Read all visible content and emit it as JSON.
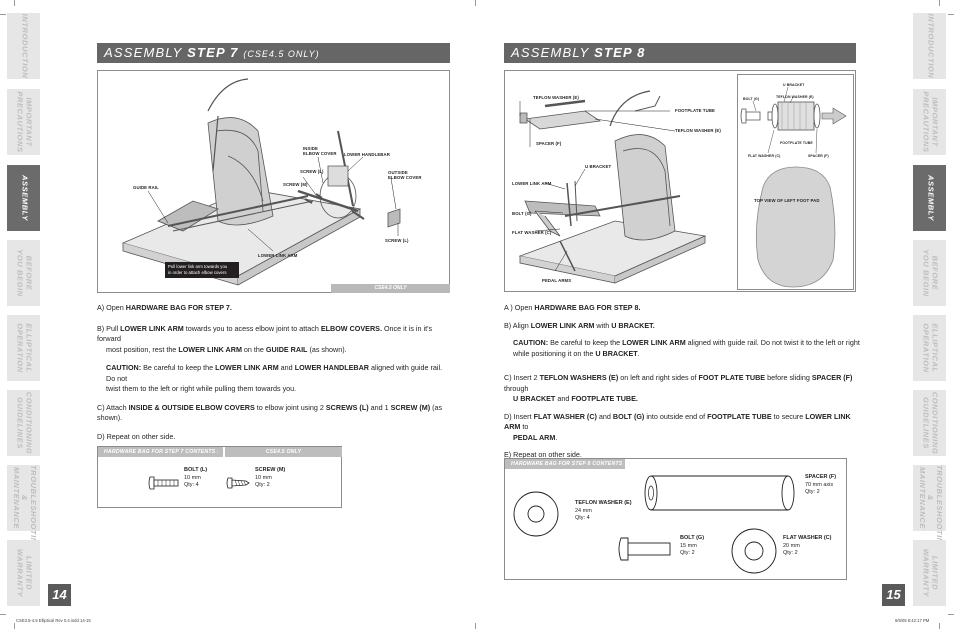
{
  "tabs_left": [
    {
      "label": "INTRODUCTION",
      "active": false
    },
    {
      "label": "IMPORTANT\nPRECAUTIONS",
      "active": false
    },
    {
      "label": "ASSEMBLY",
      "active": true
    },
    {
      "label": "BEFORE\nYOU BEGIN",
      "active": false
    },
    {
      "label": "ELLIPTICAL\nOPERATION",
      "active": false
    },
    {
      "label": "CONDITIONING\nGUIDELINES",
      "active": false
    },
    {
      "label": "TROUBLESHOOTING\n& MAINTENANCE",
      "active": false
    },
    {
      "label": "LIMITED\nWARRANTY",
      "active": false
    }
  ],
  "tabs_right": [
    {
      "label": "INTRODUCTION",
      "active": false
    },
    {
      "label": "IMPORTANT\nPRECAUTIONS",
      "active": false
    },
    {
      "label": "ASSEMBLY",
      "active": true
    },
    {
      "label": "BEFORE\nYOU BEGIN",
      "active": false
    },
    {
      "label": "ELLIPTICAL\nOPERATION",
      "active": false
    },
    {
      "label": "CONDITIONING\nGUIDELINES",
      "active": false
    },
    {
      "label": "TROUBLESHOOTING\n& MAINTENANCE",
      "active": false
    },
    {
      "label": "LIMITED\nWARRANTY",
      "active": false
    }
  ],
  "page_left": {
    "page_number": "14",
    "title_prefix": "ASSEMBLY",
    "title_step": "STEP 7",
    "title_suffix": "(CSE4.5 ONLY)",
    "figure": {
      "labels": {
        "guide_rail": "GUIDE RAIL",
        "inside_elbow_cover": "INSIDE\nELBOW COVER",
        "lower_handlebar": "LOWER HANDLEBAR",
        "screw_l_top": "SCREW (L)",
        "screw_m": "SCREW (M)",
        "outside_elbow_cover": "OUTSIDE\nELBOW COVER",
        "screw_l_bottom": "SCREW (L)",
        "lower_link_arm": "LOWER LINK ARM"
      },
      "callout": "Pull lower link arm towards you\nin order to attach elbow covers",
      "tag": "CSE4.5 ONLY"
    },
    "instructions": {
      "a_pre": "A) Open ",
      "a_bold": "HARDWARE BAG FOR STEP 7.",
      "b_1": "B) Pull ",
      "b_2": "LOWER LINK ARM",
      "b_3": " towards you to acess elbow joint to attach ",
      "b_4": "ELBOW COVERS.",
      "b_5": " Once it is in it's forward",
      "b_6": "most position, rest the ",
      "b_7": "LOWER LINK ARM",
      "b_8": " on the ",
      "b_9": "GUIDE RAIL",
      "b_10": " (as shown).",
      "caution_1": "CAUTION:",
      "caution_2": " Be careful to keep the ",
      "caution_3": "LOWER LINK ARM",
      "caution_4": " and ",
      "caution_5": "LOWER HANDLEBAR",
      "caution_6": " aligned with guide rail. Do not",
      "caution_7": "twist them to the left or right while pulling them towards you.",
      "c_1": "C) Attach ",
      "c_2": "INSIDE & OUTSIDE ELBOW COVERS",
      "c_3": " to elbow joint using 2 ",
      "c_4": "SCREWS (L)",
      "c_5": " and 1 ",
      "c_6": "SCREW (M)",
      "c_7": " (as shown).",
      "d": "D) Repeat on other side."
    },
    "hardware": {
      "header": "HARDWARE BAG FOR STEP 7 CONTENTS :",
      "header_tag": "CSE4.5 ONLY",
      "items": [
        {
          "name": "BOLT (L)",
          "size": "10 mm",
          "qty": "Qty: 4"
        },
        {
          "name": "SCREW (M)",
          "size": "10 mm",
          "qty": "Qty: 2"
        }
      ]
    }
  },
  "page_right": {
    "page_number": "15",
    "title_prefix": "ASSEMBLY",
    "title_step": "STEP 8",
    "figure": {
      "labels": {
        "teflon_washer_e_left": "TEFLON WASHER (E)",
        "footplate_tube": "FOOTPLATE TUBE",
        "teflon_washer_e_right": "TEFLON WASHER (E)",
        "spacer_f": "SPACER (F)",
        "u_bracket": "U BRACKET",
        "lower_link_arm": "LOWER LINK ARM",
        "bolt_g": "BOLT (G)",
        "flat_washer_c": "FLAT WASHER (C)",
        "pedal_arms": "PEDAL ARMS"
      },
      "inset_labels": {
        "u_bracket": "U BRACKET",
        "teflon_washer_e": "TEFLON WASHER (E)",
        "bolt_g": "BOLT (G)",
        "footplate_tube": "FOOTPLATE TUBE",
        "flat_washer_c": "FLAT WASHER (C)",
        "spacer_f": "SPACER (F)",
        "top_view": "TOP VIEW OF LEFT FOOT PAD"
      }
    },
    "instructions": {
      "a_pre": "A ) Open ",
      "a_bold": "HARDWARE BAG FOR STEP 8.",
      "b_1": "B) Align ",
      "b_2": "LOWER LINK ARM",
      "b_3": " with ",
      "b_4": "U BRACKET.",
      "caution_1": "CAUTION:",
      "caution_2": " Be careful to keep the ",
      "caution_3": "LOWER LINK ARM",
      "caution_4": " aligned with guide rail. Do not twist it to the left or right",
      "caution_5": "while positioning it on the ",
      "caution_6": "U BRACKET",
      "caution_7": ".",
      "c_1": "C) Insert 2 ",
      "c_2": "TEFLON WASHERS (E)",
      "c_3": " on left and right sides of ",
      "c_4": "FOOT PLATE TUBE",
      "c_5": " before sliding ",
      "c_6": "SPACER (F)",
      "c_7": " through",
      "c_8": "U BRACKET",
      "c_9": " and ",
      "c_10": "FOOTPLATE TUBE.",
      "d_1": "D) Insert ",
      "d_2": "FLAT WASHER (C)",
      "d_3": " and ",
      "d_4": "BOLT (G)",
      "d_5": " into outside end of ",
      "d_6": "FOOTPLATE TUBE",
      "d_7": " to secure ",
      "d_8": "LOWER LINK ARM",
      "d_9": " to",
      "d_10": "PEDAL ARM",
      "d_11": ".",
      "e": "E) Repeat on other side."
    },
    "hardware": {
      "header": "HARDWARE BAG FOR STEP 8 CONTENTS :",
      "items": [
        {
          "name": "TEFLON WASHER (E)",
          "size": "24 mm",
          "qty": "Qty: 4"
        },
        {
          "name": "SPACER (F)",
          "size": "70 mm axis",
          "qty": "Qty: 2"
        },
        {
          "name": "BOLT (G)",
          "size": "15 mm",
          "qty": "Qty: 2"
        },
        {
          "name": "FLAT WASHER (C)",
          "size": "20 mm",
          "qty": "Qty: 2"
        }
      ]
    }
  },
  "footer": {
    "left": "CSE3.5-4.5 Elliptical Rev 0.4.indd   14-15",
    "right": "6/5/05   6:42:17 PM"
  },
  "colors": {
    "banner": "#666666",
    "tab_inactive": "#e6e6e6",
    "tab_active": "#6b6b6b",
    "page_number_box": "#5a5a5a",
    "hardware_header": "#bdbdbd"
  }
}
